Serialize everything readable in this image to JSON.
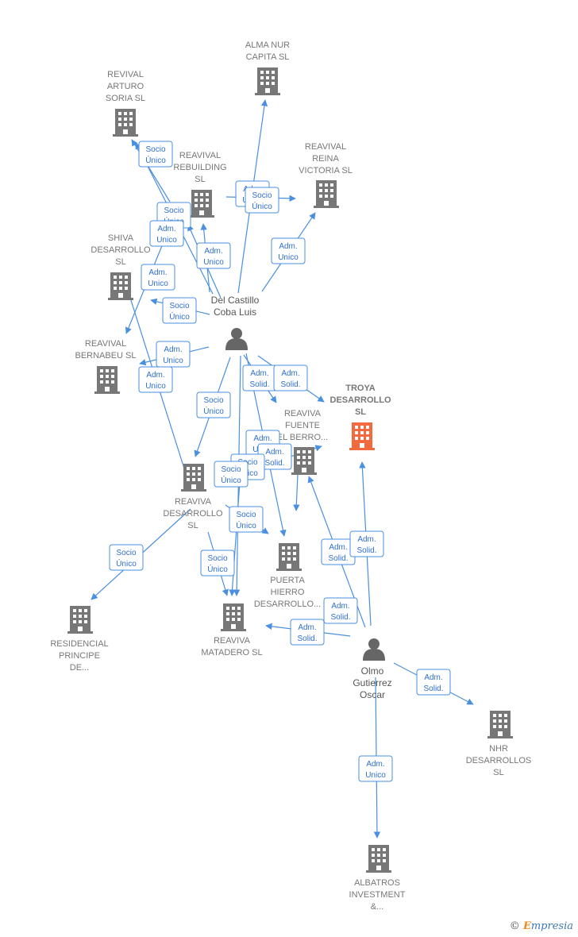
{
  "companies": [
    {
      "id": "alma",
      "lines": [
        "ALMA NUR",
        "CAPITA  SL"
      ],
      "color": "#777777"
    },
    {
      "id": "revival_arturo",
      "lines": [
        "REVIVAL",
        "ARTURO",
        "SORIA  SL"
      ],
      "color": "#777777"
    },
    {
      "id": "reavival_rebuilding",
      "lines": [
        "REAVIVAL",
        "REBUILDING",
        "SL"
      ],
      "color": "#777777"
    },
    {
      "id": "reavival_reina",
      "lines": [
        "REAVIVAL",
        "REINA",
        "VICTORIA  SL"
      ],
      "color": "#777777"
    },
    {
      "id": "shiva",
      "lines": [
        "SHIVA",
        "DESARROLLO",
        "SL"
      ],
      "color": "#777777"
    },
    {
      "id": "reavival_bernabeu",
      "lines": [
        "REAVIVAL",
        "BERNABEU  SL"
      ],
      "color": "#777777"
    },
    {
      "id": "troya",
      "lines": [
        "TROYA",
        "DESARROLLO",
        "SL"
      ],
      "color": "#f26a3d",
      "highlight": true
    },
    {
      "id": "reaviva_fuente",
      "lines": [
        "REAVIVA",
        "FUENTE",
        "EL BERRO..."
      ],
      "color": "#777777"
    },
    {
      "id": "reaviva_desarrollo",
      "lines": [
        "REAVIVA",
        "DESARROLLO",
        "SL"
      ],
      "color": "#777777"
    },
    {
      "id": "puerta_hierro",
      "lines": [
        "PUERTA",
        "HIERRO",
        "DESARROLLO..."
      ],
      "color": "#777777"
    },
    {
      "id": "residencial",
      "lines": [
        "RESIDENCIAL",
        "PRINCIPE",
        "DE..."
      ],
      "color": "#777777"
    },
    {
      "id": "reaviva_matadero",
      "lines": [
        "REAVIVA",
        "MATADERO  SL"
      ],
      "color": "#777777"
    },
    {
      "id": "nhr",
      "lines": [
        "NHR",
        "DESARROLLOS",
        "SL"
      ],
      "color": "#777777"
    },
    {
      "id": "albatros",
      "lines": [
        "ALBATROS",
        "INVESTMENT",
        "&..."
      ],
      "color": "#777777"
    }
  ],
  "persons": [
    {
      "id": "del_castillo",
      "lines": [
        "Del Castillo",
        "Coba Luis"
      ]
    },
    {
      "id": "olmo",
      "lines": [
        "Olmo",
        "Gutierrez",
        "Oscar"
      ]
    }
  ],
  "relations": [
    {
      "id": "r1",
      "lines": [
        "Socio",
        "Único"
      ]
    },
    {
      "id": "r2",
      "lines": [
        "Adm.",
        "Unico"
      ]
    },
    {
      "id": "r3",
      "lines": [
        "Socio",
        "Único"
      ]
    },
    {
      "id": "r4",
      "lines": [
        "Adm.",
        "Unico"
      ]
    },
    {
      "id": "r5",
      "lines": [
        "Socio",
        "Único"
      ]
    },
    {
      "id": "r6",
      "lines": [
        "Adm.",
        "Unico"
      ]
    },
    {
      "id": "r7",
      "lines": [
        "Adm.",
        "Unico"
      ]
    },
    {
      "id": "r8",
      "lines": [
        "Adm.",
        "Unico"
      ]
    },
    {
      "id": "r9",
      "lines": [
        "Socio",
        "Único"
      ]
    },
    {
      "id": "r10",
      "lines": [
        "Adm.",
        "Unico"
      ]
    },
    {
      "id": "r11",
      "lines": [
        "Adm.",
        "Unico"
      ]
    },
    {
      "id": "r12",
      "lines": [
        "Socio",
        "Único"
      ]
    },
    {
      "id": "r13",
      "lines": [
        "Adm.",
        "Solid."
      ]
    },
    {
      "id": "r14",
      "lines": [
        "Adm.",
        "Solid."
      ]
    },
    {
      "id": "r15",
      "lines": [
        "Adm.",
        "Unico"
      ]
    },
    {
      "id": "r16",
      "lines": [
        "Adm.",
        "Solid."
      ]
    },
    {
      "id": "r17",
      "lines": [
        "Socio",
        "Único"
      ]
    },
    {
      "id": "r18",
      "lines": [
        "Socio",
        "Único"
      ]
    },
    {
      "id": "r19",
      "lines": [
        "Socio",
        "Único"
      ]
    },
    {
      "id": "r20",
      "lines": [
        "Socio",
        "Único"
      ]
    },
    {
      "id": "r21",
      "lines": [
        "Socio",
        "Único"
      ]
    },
    {
      "id": "r22",
      "lines": [
        "Adm.",
        "Solid."
      ]
    },
    {
      "id": "r23",
      "lines": [
        "Adm.",
        "Solid."
      ]
    },
    {
      "id": "r24",
      "lines": [
        "Adm.",
        "Solid."
      ]
    },
    {
      "id": "r25",
      "lines": [
        "Adm.",
        "Solid."
      ]
    },
    {
      "id": "r26",
      "lines": [
        "Adm.",
        "Solid."
      ]
    },
    {
      "id": "r27",
      "lines": [
        "Adm.",
        "Unico"
      ]
    }
  ],
  "copyright": {
    "symbol": "©",
    "brand_first": "E",
    "brand_rest": "mpresia"
  }
}
